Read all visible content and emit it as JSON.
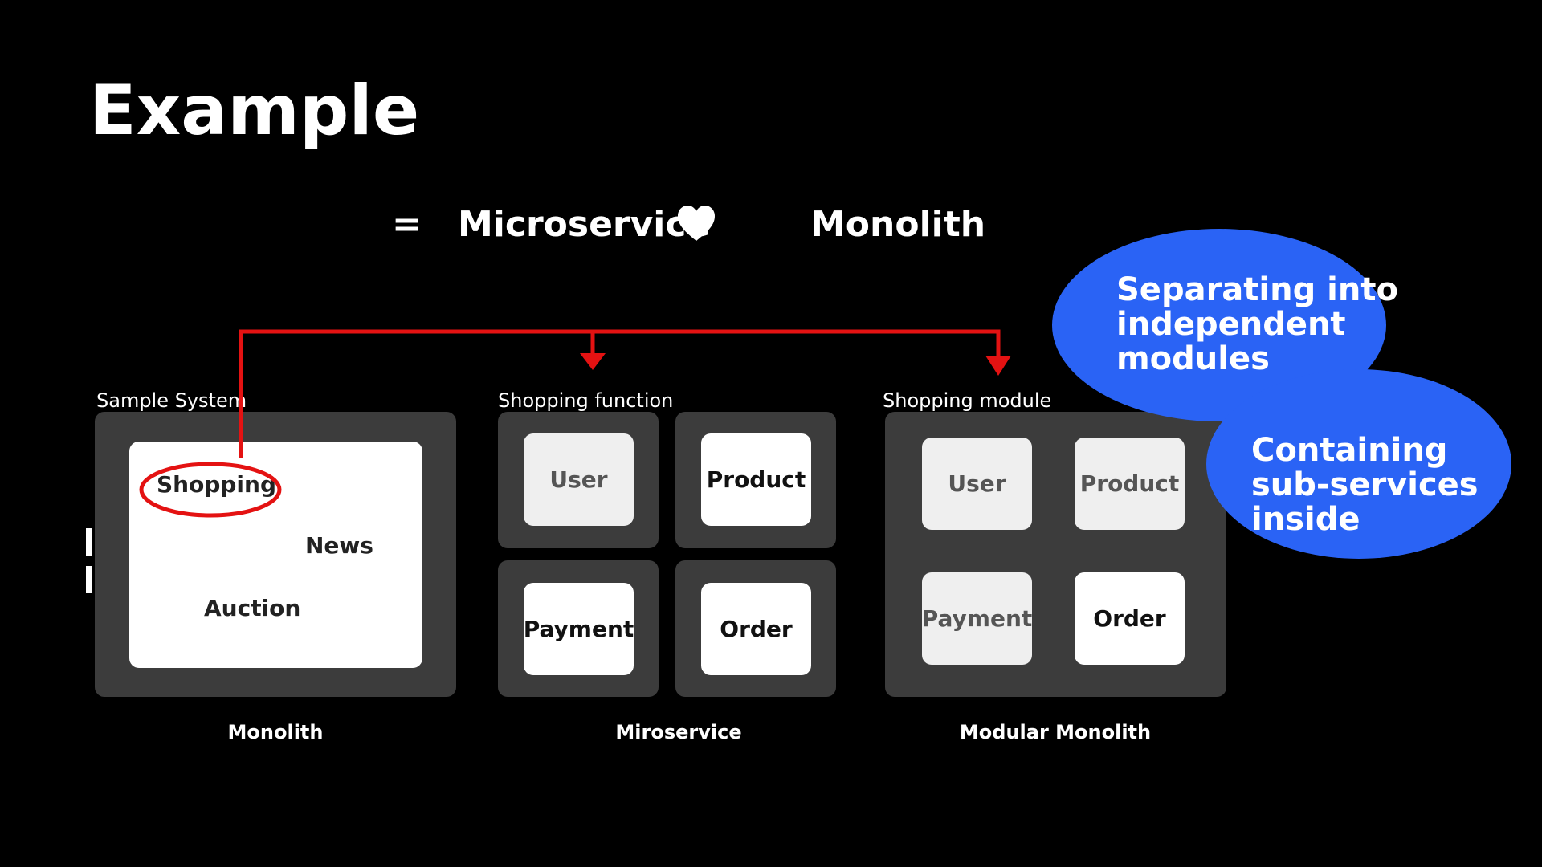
{
  "title": "Example",
  "equation": {
    "sign": "=",
    "left": "Microservice",
    "right": "Monolith",
    "icon": "heart-icon"
  },
  "monolith": {
    "caption": "Sample System",
    "label": "Monolith",
    "items": [
      "Shopping",
      "News",
      "Auction"
    ]
  },
  "microservice": {
    "caption": "Shopping function",
    "label": "Miroservice",
    "modules": [
      "User",
      "Product",
      "Payment",
      "Order"
    ]
  },
  "modular_monolith": {
    "caption": "Shopping module",
    "label": "Modular Monolith",
    "modules": [
      "User",
      "Product",
      "Payment",
      "Order"
    ]
  },
  "bubbles": [
    {
      "lines": [
        "Separating into",
        "independent",
        "modules"
      ],
      "color": "#2a63f5"
    },
    {
      "lines": [
        "Containing",
        "sub-services",
        "inside"
      ],
      "color": "#2a63f5"
    }
  ],
  "colors": {
    "background": "#000000",
    "frame": "#3c3c3c",
    "accent_red": "#e41212",
    "bubble_blue": "#2a63f5"
  }
}
